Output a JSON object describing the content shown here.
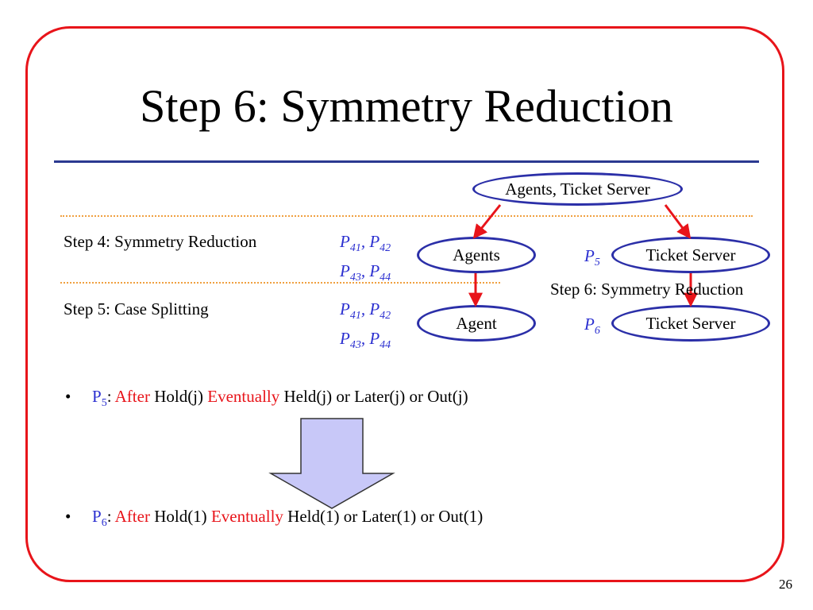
{
  "slide": {
    "title": "Step 6: Symmetry Reduction",
    "page_number": "26"
  },
  "rows": {
    "step4_label": "Step 4: Symmetry Reduction",
    "step5_label": "Step 5: Case Splitting",
    "step6_label": "Step 6: Symmetry Reduction"
  },
  "properties": {
    "p_letter": "P",
    "sep": ", ",
    "step4": [
      [
        "41",
        "42"
      ],
      [
        "43",
        "44"
      ]
    ],
    "step5": [
      [
        "41",
        "42"
      ],
      [
        "43",
        "44"
      ]
    ],
    "p5_sub": "5",
    "p6_sub": "6"
  },
  "tree": {
    "root": "Agents, Ticket Server",
    "agents": "Agents",
    "agent": "Agent",
    "ticket_server_top": "Ticket Server",
    "ticket_server_bottom": "Ticket Server"
  },
  "bullets": [
    {
      "marker": "•",
      "p": "P",
      "sub": "5",
      "colon": ":",
      "after": "After",
      "hold": " Hold(j) ",
      "eventually": "Eventually",
      "rest": " Held(j) or Later(j) or Out(j)"
    },
    {
      "marker": "•",
      "p": "P",
      "sub": "6",
      "colon": ":",
      "after": "After",
      "hold": " Hold(1) ",
      "eventually": "Eventually",
      "rest": " Held(1) or Later(1) or Out(1)"
    }
  ],
  "colors": {
    "frame": "#e8141a",
    "title_rule": "#2b3990",
    "node_border": "#2b2fa8",
    "arrow_red": "#e8141a",
    "property_blue": "#2b2fd0",
    "keyword_red": "#e8141a",
    "down_arrow_fill": "#c8c8f8",
    "dotted_rule": "#f0a040"
  }
}
